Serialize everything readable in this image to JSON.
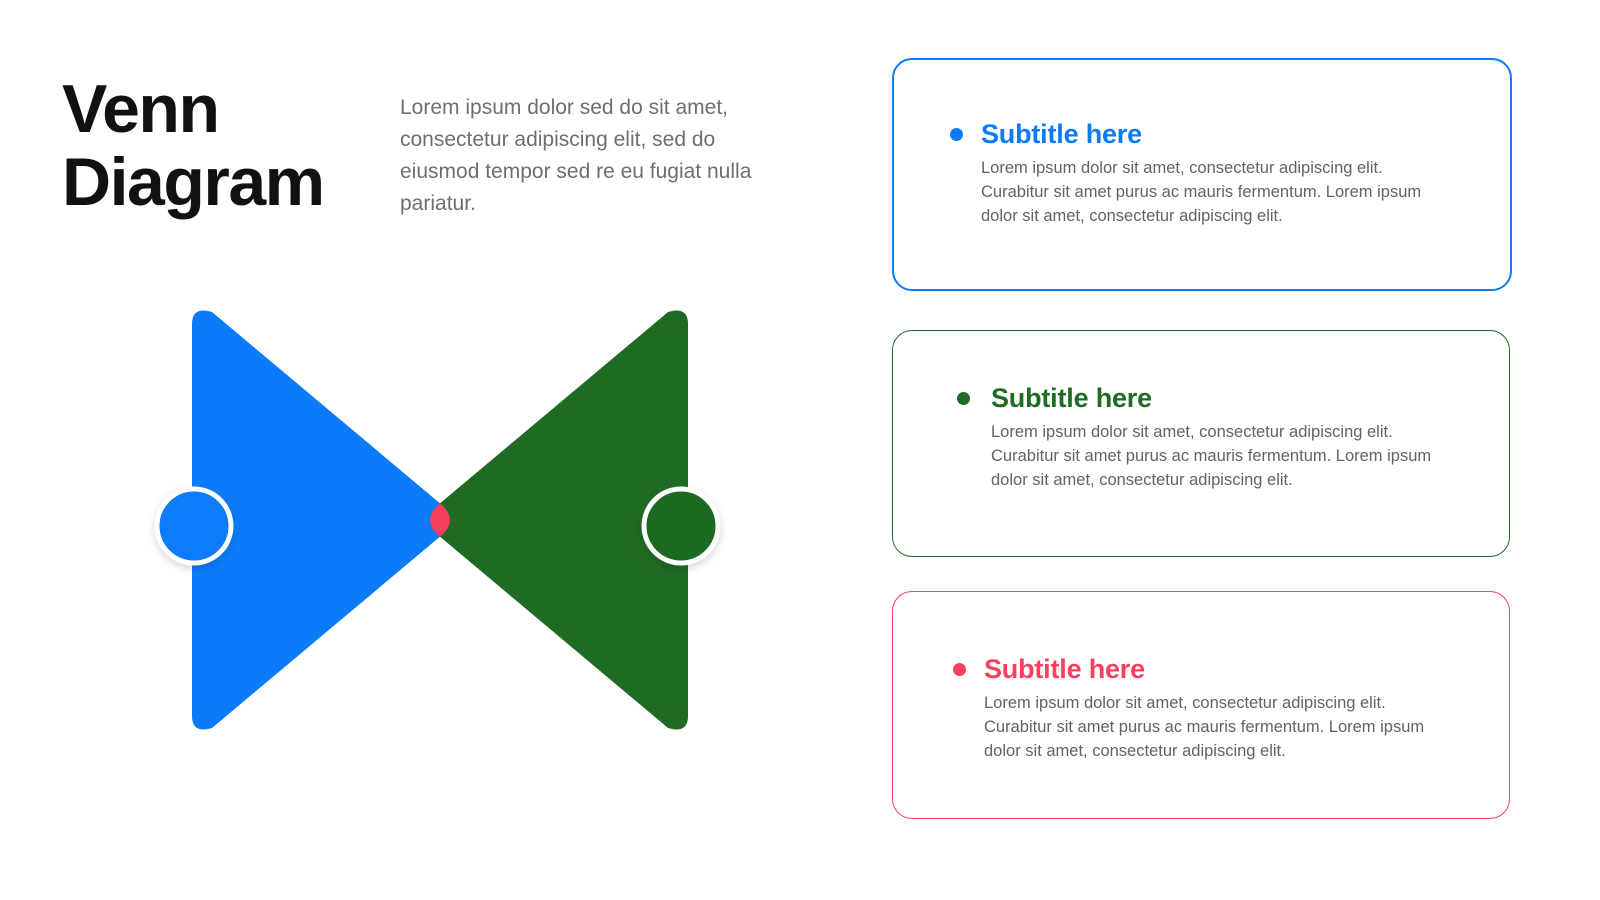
{
  "header": {
    "title": "Venn Diagram",
    "intro": "Lorem ipsum dolor sed do sit amet, consectetur adipiscing elit, sed do eiusmod tempor sed re eu fugiat nulla pariatur."
  },
  "palette": {
    "blue": "#0B7BFA",
    "green": "#1F6B24",
    "red": "#FA3F5C",
    "body_text": "#5F6368",
    "title_text": "#111111",
    "intro_text": "#6B6F73",
    "background": "#FFFFFF",
    "circle_ring": "#FFFFFF"
  },
  "diagram": {
    "type": "venn",
    "set_count": 2,
    "sets": [
      {
        "name": "left-set",
        "color": "#0B7BFA",
        "shape": "triangle-right",
        "marker": "circle"
      },
      {
        "name": "right-set",
        "color": "#1F6B24",
        "shape": "triangle-left",
        "marker": "circle"
      }
    ],
    "intersection": {
      "name": "overlap",
      "color": "#FA3F5C",
      "shape": "diamond"
    }
  },
  "cards": [
    {
      "id": "card-blue",
      "accent": "#0B7BFA",
      "subtitle": "Subtitle here",
      "body": "Lorem ipsum dolor sit amet, consectetur adipiscing elit. Curabitur sit amet purus ac mauris fermentum. Lorem ipsum dolor sit amet, consectetur adipiscing elit."
    },
    {
      "id": "card-green",
      "accent": "#1F6B24",
      "subtitle": "Subtitle here",
      "body": "Lorem ipsum dolor sit amet, consectetur adipiscing elit. Curabitur sit amet purus ac mauris fermentum. Lorem ipsum dolor sit amet, consectetur adipiscing elit."
    },
    {
      "id": "card-red",
      "accent": "#FA3F5C",
      "subtitle": "Subtitle here",
      "body": "Lorem ipsum dolor sit amet, consectetur adipiscing elit. Curabitur sit amet purus ac mauris fermentum. Lorem ipsum dolor sit amet, consectetur adipiscing elit."
    }
  ]
}
